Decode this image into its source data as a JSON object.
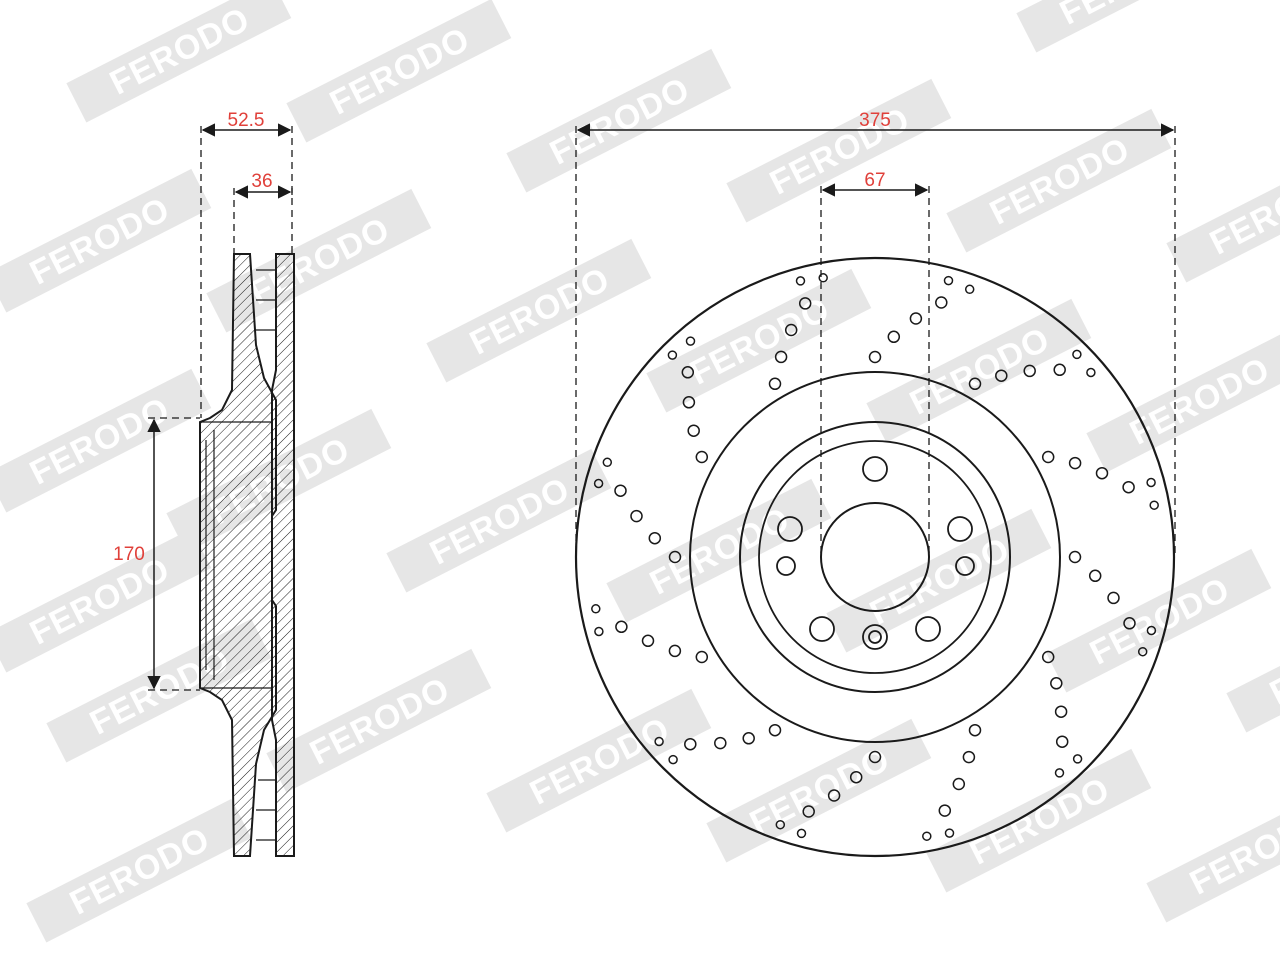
{
  "watermark": {
    "text": "FERODO",
    "color": "#e6e6e6"
  },
  "dimensions": {
    "hub_depth_total": "52.5",
    "disc_thickness": "36",
    "hub_diameter": "170",
    "outer_diameter": "375",
    "center_bore": "67"
  },
  "colors": {
    "dimension_text": "#e0403a",
    "line": "#1a1a1a",
    "background": "#ffffff"
  }
}
